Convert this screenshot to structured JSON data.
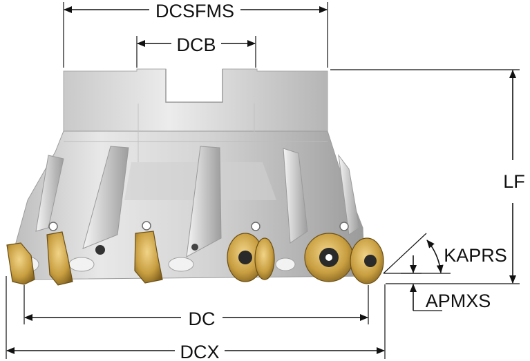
{
  "dimensions": {
    "dcsfms": "DCSFMS",
    "dcb": "DCB",
    "lf": "LF",
    "kaprs": "KAPRS",
    "apmxs": "APMXS",
    "dc": "DC",
    "dcx": "DCX"
  },
  "colors": {
    "body_light": "#e6e6e6",
    "body_mid": "#c8c8c8",
    "body_dark": "#8f8f8f",
    "insert_gold": "#c8a24a",
    "insert_dark": "#7a5d1e",
    "screw": "#2a2a2a",
    "line": "#111111"
  }
}
